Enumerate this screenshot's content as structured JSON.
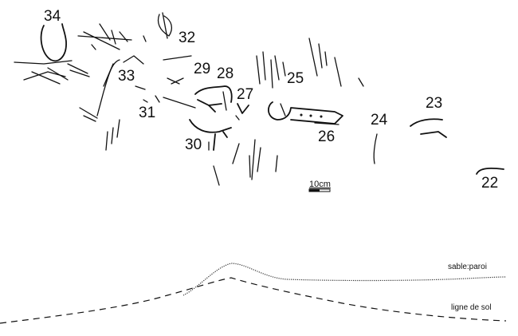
{
  "labels": {
    "n34": "34",
    "n32": "32",
    "n33": "33",
    "n29": "29",
    "n28": "28",
    "n25": "25",
    "n27": "27",
    "n31": "31",
    "n30": "30",
    "n26": "26",
    "n24": "24",
    "n23": "23",
    "n22": "22"
  },
  "scale": "10cm",
  "profile": {
    "wall_label": "sable:paroi",
    "ground_label": "ligne de sol"
  }
}
